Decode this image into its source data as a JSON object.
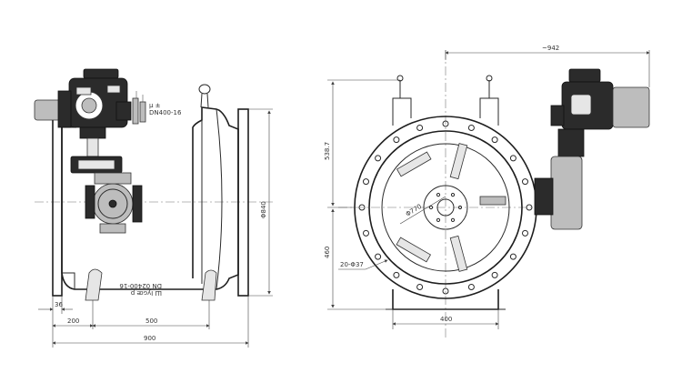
{
  "drawing": {
    "side_view": {
      "dimensions": {
        "flange_diameter": "Φ840",
        "small_offset": "36",
        "left_segment": "200",
        "middle_segment": "500",
        "overall_length": "900"
      },
      "nameplate": {
        "line1": "DN 02400-16",
        "line2": "Ш Iyɢœ p"
      },
      "valve_tags": {
        "upper": "µ  ±",
        "lower": "DN400-16"
      }
    },
    "front_view": {
      "dimensions": {
        "top_width": "~942",
        "upper_height": "538.7",
        "lower_height": "460",
        "bolt_spec": "20-Φ37",
        "bore_diameter": "Φ770",
        "base_width": "400"
      }
    }
  }
}
